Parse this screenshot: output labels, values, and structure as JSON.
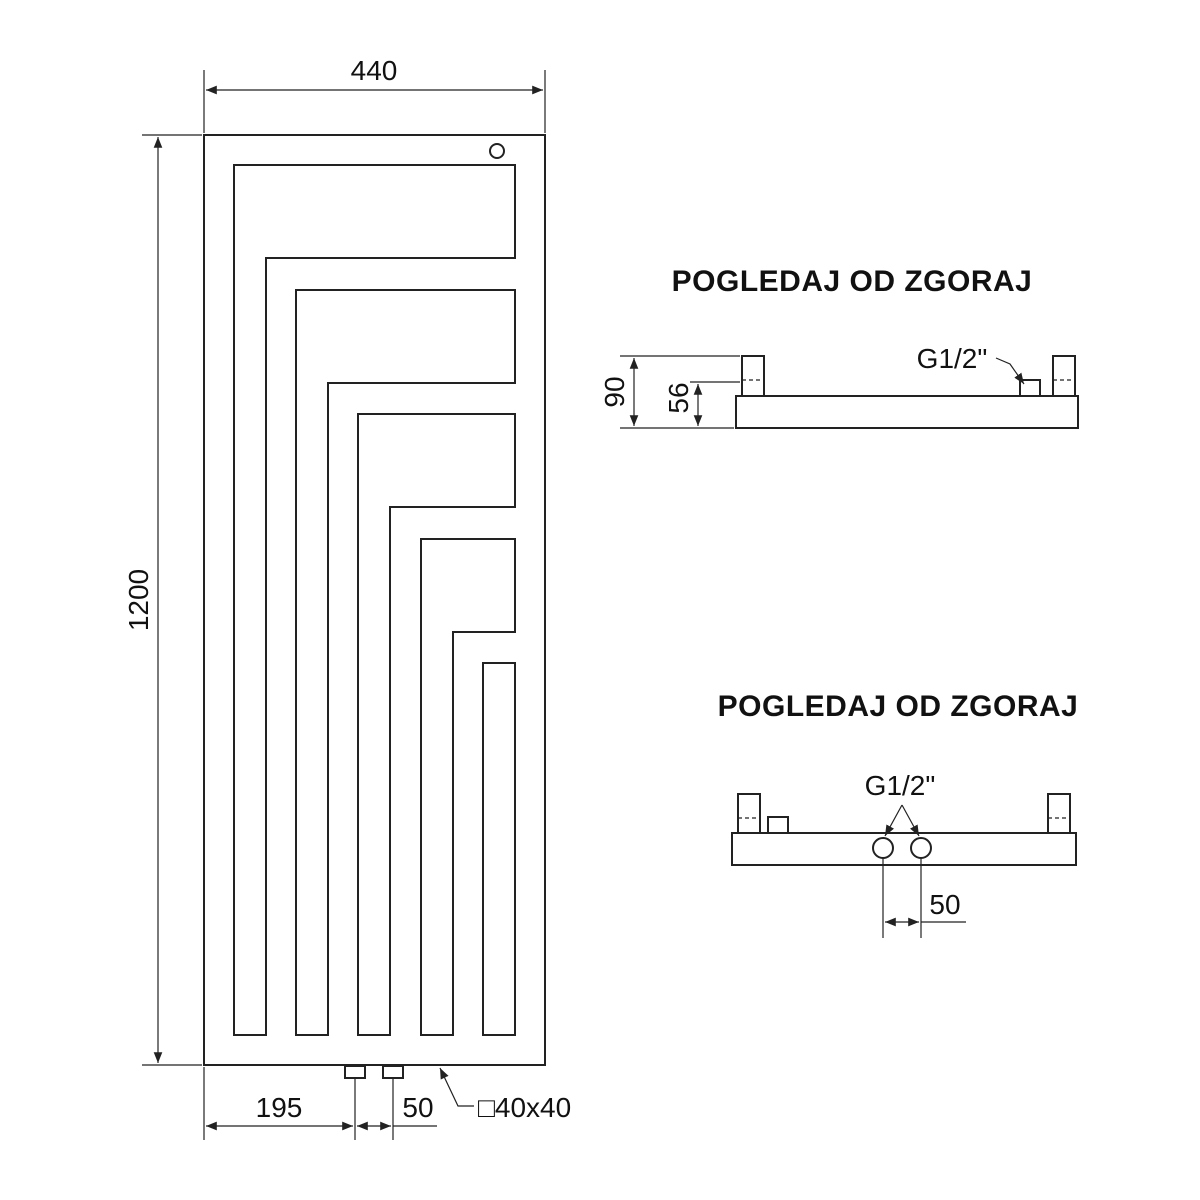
{
  "front_view": {
    "width_label": "440",
    "height_label": "1200",
    "left_offset_label": "195",
    "pipe_spacing_label": "50",
    "profile_label": "□40x40"
  },
  "top_view_1": {
    "title": "POGLEDAJ OD ZGORAJ",
    "depth_label": "90",
    "body_label": "56",
    "thread_label": "G1/2\""
  },
  "top_view_2": {
    "title": "POGLEDAJ OD ZGORAJ",
    "thread_label": "G1/2\"",
    "spacing_label": "50"
  }
}
